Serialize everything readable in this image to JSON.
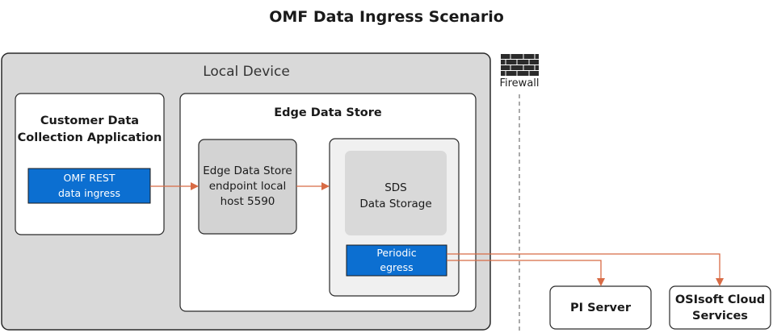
{
  "title": "OMF Data Ingress Scenario",
  "local_device": {
    "label": "Local Device"
  },
  "firewall": {
    "label": "Firewall",
    "icon": "brick-wall-icon"
  },
  "customer_app": {
    "title_line1": "Customer Data",
    "title_line2": "Collection Application",
    "omf_rest_line1": "OMF REST",
    "omf_rest_line2": "data ingress"
  },
  "edge_data_store": {
    "title": "Edge Data Store",
    "endpoint_line1": "Edge Data Store",
    "endpoint_line2": "endpoint local",
    "endpoint_line3": "host 5590",
    "sds_line1": "SDS",
    "sds_line2": "Data Storage",
    "egress_line1": "Periodic",
    "egress_line2": "egress"
  },
  "destinations": {
    "pi_server": "PI Server",
    "cloud_line1": "OSIsoft Cloud",
    "cloud_line2": "Services"
  },
  "colors": {
    "accent_blue": "#0c6fd1",
    "arrow_orange": "#d86b45",
    "device_gray": "#d9d9d9",
    "panel_gray": "#d3d3d3"
  }
}
